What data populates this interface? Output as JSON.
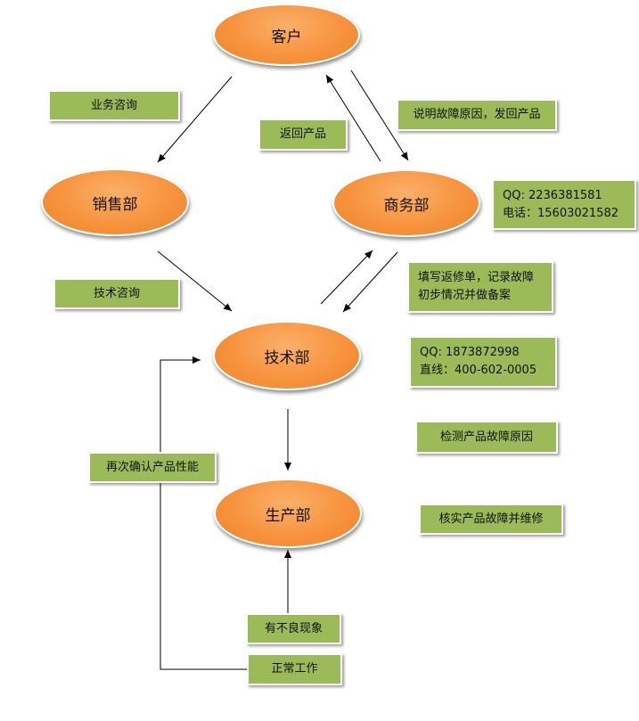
{
  "nodes": {
    "customer": "客户",
    "sales": "销售部",
    "business": "商务部",
    "tech": "技术部",
    "production": "生产部"
  },
  "labels": {
    "business_consult": "业务咨询",
    "return_product": "返回产品",
    "explain_fault": "说明故障原因，发回产品",
    "business_contact": {
      "qq": "QQ: 2236381581",
      "phone": "电话：15603021582"
    },
    "tech_consult": "技术咨询",
    "fill_repair_form_line1": "填写返修单，记录故障",
    "fill_repair_form_line2": "初步情况并做备案",
    "tech_contact": {
      "qq": "QQ: 1873872998",
      "line": "直线：400-602-0005"
    },
    "detect_fault": "检测产品故障原因",
    "verify_repair": "核实产品故障并维修",
    "reconfirm": "再次确认产品性能",
    "defect": "有不良现象",
    "normal": "正常工作"
  },
  "colors": {
    "node_fill": "#f7933e",
    "label_fill": "#9bbb59",
    "arrow": "#000000"
  }
}
